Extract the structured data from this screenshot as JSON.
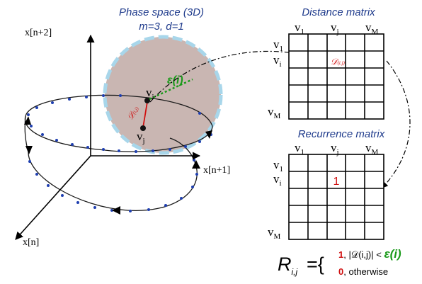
{
  "phase_space": {
    "title": "Phase space (3D)",
    "params": "m=3, d=1",
    "axes": {
      "x_top": "x[n+2]",
      "x_right": "x[n+1]",
      "x_bottom": "x[n]"
    },
    "point_i": "v",
    "point_i_sub": "i",
    "point_j": "v",
    "point_j_sub": "j",
    "epsilon": "ε(i)",
    "distance_symbol": "𝒟",
    "distance_sub": "(i,j)"
  },
  "distance_matrix": {
    "title": "Distance matrix",
    "col_labels": [
      {
        "base": "v",
        "sub": "1"
      },
      {
        "base": "v",
        "sub": "j"
      },
      {
        "base": "v",
        "sub": "M"
      }
    ],
    "row_labels": [
      {
        "base": "v",
        "sub": "1"
      },
      {
        "base": "v",
        "sub": "i"
      },
      {
        "base": "v",
        "sub": "M"
      }
    ],
    "cell_symbol": "𝒟",
    "cell_sub": "(i,j)"
  },
  "recurrence_matrix": {
    "title": "Recurrence matrix",
    "col_labels": [
      {
        "base": "v",
        "sub": "1"
      },
      {
        "base": "v",
        "sub": "j"
      },
      {
        "base": "v",
        "sub": "M"
      }
    ],
    "row_labels": [
      {
        "base": "v",
        "sub": "1"
      },
      {
        "base": "v",
        "sub": "i"
      },
      {
        "base": "v",
        "sub": "M"
      }
    ],
    "cell_value": "1"
  },
  "formula": {
    "lhs": "R",
    "lhs_sub": "i,j",
    "eq": "={",
    "case1_value": "1",
    "case1_cond": ", |𝒟(i,j)| < ",
    "case1_eps": "ε(i)",
    "case2_value": "0",
    "case2_cond": ", otherwise"
  },
  "colors": {
    "title": "#1f3b8c",
    "epsilon": "#1a9a1a",
    "highlight": "#e01010",
    "sphere_fill": "#c9b6b2",
    "sphere_edge": "#a8d6ea",
    "traj_dots": "#1f3fb0"
  }
}
